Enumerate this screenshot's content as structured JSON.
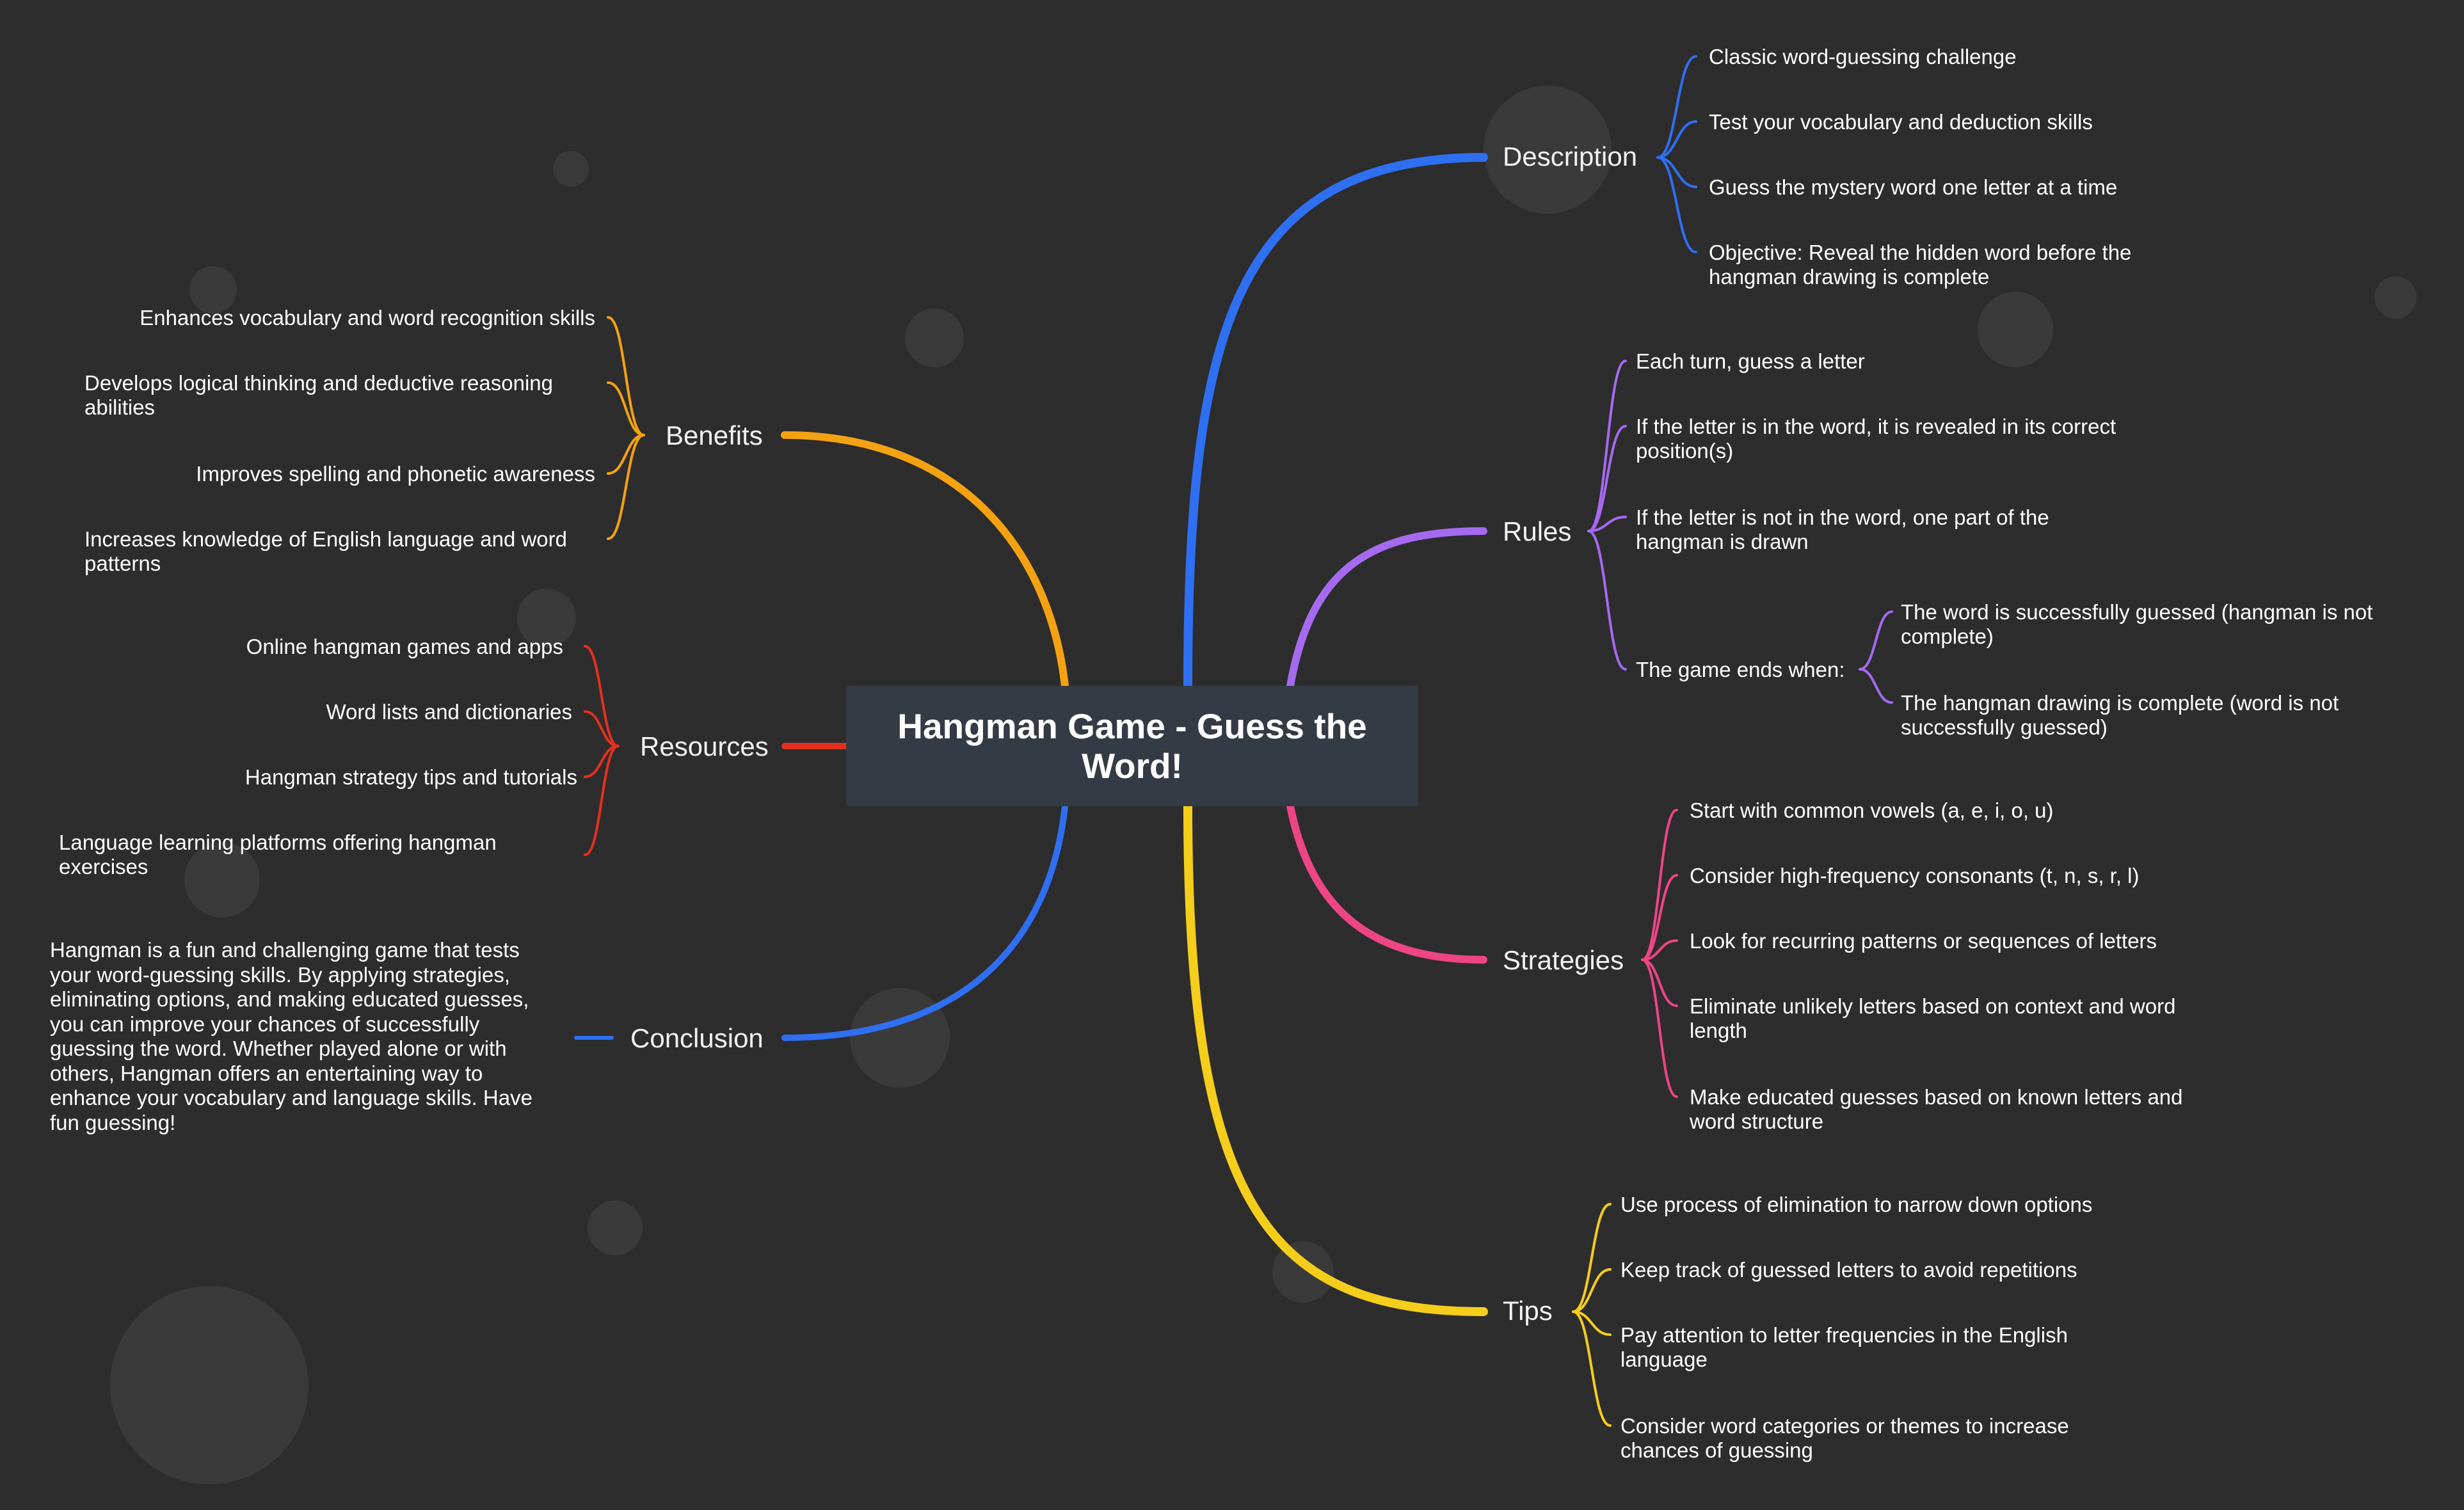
{
  "root": {
    "title": "Hangman Game - Guess the Word!"
  },
  "branches": {
    "description": {
      "label": "Description",
      "color": "#2f6ff2",
      "items": [
        "Classic word-guessing challenge",
        "Test your vocabulary and deduction skills",
        "Guess the mystery word one letter at a time",
        "Objective: Reveal the hidden word before the hangman drawing is complete"
      ]
    },
    "rules": {
      "label": "Rules",
      "color": "#a56af0",
      "items": [
        "Each turn, guess a letter",
        "If the letter is in the word, it is revealed in its correct position(s)",
        "If the letter is not in the word, one part of the hangman is drawn",
        "The game ends when:"
      ],
      "sub_items": [
        "The word is successfully guessed (hangman is not complete)",
        "The hangman drawing is complete (word is not successfully guessed)"
      ]
    },
    "strategies": {
      "label": "Strategies",
      "color": "#ee4585",
      "items": [
        "Start with common vowels (a, e, i, o, u)",
        "Consider high-frequency consonants (t, n, s, r, l)",
        "Look for recurring patterns or sequences of letters",
        "Eliminate unlikely letters based on context and word length",
        "Make educated guesses based on known letters and word structure"
      ]
    },
    "tips": {
      "label": "Tips",
      "color": "#f5cd1b",
      "items": [
        "Use process of elimination to narrow down options",
        "Keep track of guessed letters to avoid repetitions",
        "Pay attention to letter frequencies in the English language",
        "Consider word categories or themes to increase chances of guessing"
      ]
    },
    "benefits": {
      "label": "Benefits",
      "color": "#f5a212",
      "items": [
        "Enhances vocabulary and word recognition skills",
        "Develops logical thinking and deductive reasoning abilities",
        "Improves spelling and phonetic awareness",
        "Increases knowledge of English language and word patterns"
      ]
    },
    "resources": {
      "label": "Resources",
      "color": "#e5301f",
      "items": [
        "Online hangman games and apps",
        "Word lists and dictionaries",
        "Hangman strategy tips and tutorials",
        "Language learning platforms offering hangman exercises"
      ]
    },
    "conclusion": {
      "label": "Conclusion",
      "color": "#2f6ff2",
      "text": "Hangman is a fun and challenging game that tests your word-guessing skills. By applying strategies, eliminating options, and making educated guesses, you can improve your chances of successfully guessing the word. Whether played alone or with others, Hangman offers an entertaining way to enhance your vocabulary and language skills. Have fun guessing!"
    }
  }
}
